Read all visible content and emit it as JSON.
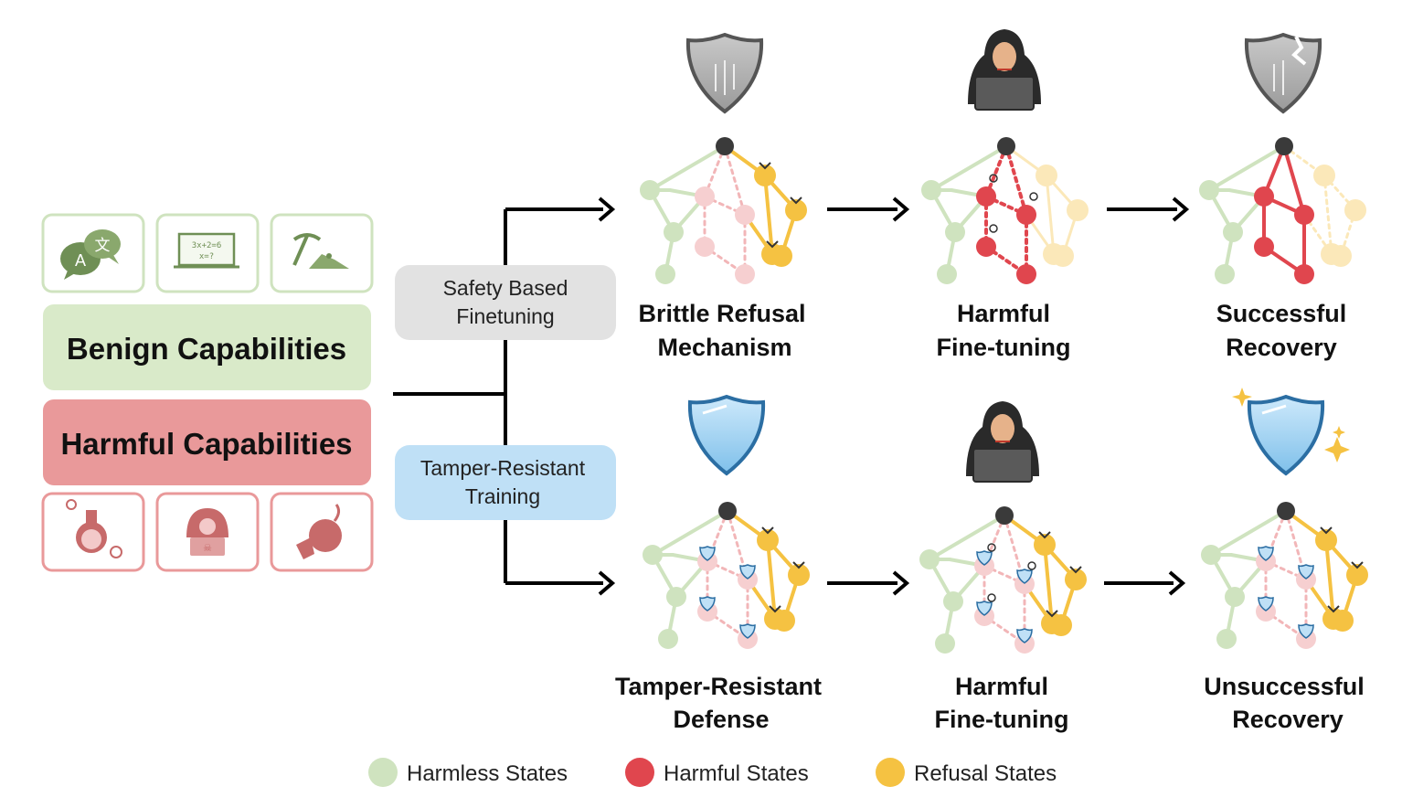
{
  "capabilities": {
    "benign_label": "Benign Capabilities",
    "harmful_label": "Harmful Capabilities",
    "benign_icons": [
      "translate-icon",
      "chalkboard-math-icon",
      "pickaxe-mining-icon"
    ],
    "harmful_icons": [
      "toxic-flask-icon",
      "hacker-laptop-icon",
      "bomb-icon"
    ],
    "chalkboard_text_1": "3x+2=6",
    "chalkboard_text_2": "x=?",
    "translate_glyph_a": "A",
    "translate_glyph_b": "文"
  },
  "branches": {
    "top_label_line1": "Safety Based",
    "top_label_line2": "Finetuning",
    "bottom_label_line1": "Tamper-Resistant",
    "bottom_label_line2": "Training"
  },
  "top_row": [
    {
      "line1": "Brittle Refusal",
      "line2": "Mechanism",
      "icon": "gray-shield-icon"
    },
    {
      "line1": "Harmful",
      "line2": "Fine-tuning",
      "icon": "hacker-icon"
    },
    {
      "line1": "Successful",
      "line2": "Recovery",
      "icon": "cracked-gray-shield-icon"
    }
  ],
  "bottom_row": [
    {
      "line1": "Tamper-Resistant",
      "line2": "Defense",
      "icon": "blue-shield-icon"
    },
    {
      "line1": "Harmful",
      "line2": "Fine-tuning",
      "icon": "hacker-icon"
    },
    {
      "line1": "Unsuccessful",
      "line2": "Recovery",
      "icon": "sparkling-blue-shield-icon"
    }
  ],
  "legend": [
    {
      "label": "Harmless States",
      "color": "#cfe3bf"
    },
    {
      "label": "Harmful States",
      "color": "#e0464e"
    },
    {
      "label": "Refusal States",
      "color": "#f5c242"
    }
  ],
  "colors": {
    "benign_fill": "#d9eac9",
    "harmful_fill": "#e9999a",
    "pill_gray": "#e2e2e2",
    "pill_blue": "#bfe0f6",
    "harmless": "#cfe3bf",
    "harmful": "#e0464e",
    "harmful_faded": "#f6cfd0",
    "refusal": "#f5c242",
    "refusal_faded": "#fbe8b9"
  }
}
